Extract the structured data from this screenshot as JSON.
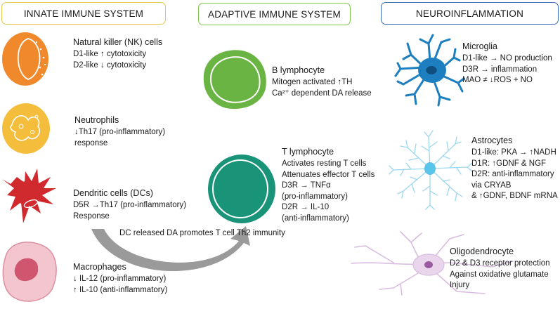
{
  "headers": {
    "innate": "INNATE IMMUNE SYSTEM",
    "adaptive": "ADAPTIVE IMMUNE SYSTEM",
    "neuro": "NEUROINFLAMMATION"
  },
  "colors": {
    "innate_border": "#e8c84a",
    "adaptive_border": "#7ec84a",
    "neuro_border": "#3a6bb5",
    "nk": "#f0892b",
    "neutrophil": "#f5bd3c",
    "dendritic": "#d12a2e",
    "macrophage": "#f3c6cf",
    "b_cell": "#6ab444",
    "t_cell": "#1a9479",
    "microglia": "#1d7fbf",
    "astrocyte": "#9dd7ef",
    "oligodendrocyte": "#e9d6ec"
  },
  "innate": {
    "nk": {
      "title": "Natural killer (NK) cells",
      "lines": [
        "D1-like ↑ cytotoxicity",
        "D2-like ↓ cytotoxicity"
      ]
    },
    "neutrophils": {
      "title": "Neutrophils",
      "lines": [
        "↓Th17 (pro-inflammatory)",
        "response"
      ]
    },
    "dendritic": {
      "title": "Dendritic cells (DCs)",
      "lines": [
        "D5R →Th17 (pro-inflammatory)",
        "Response"
      ]
    },
    "macrophages": {
      "title": "Macrophages",
      "lines": [
        "↓ IL-12 (pro-inflammatory)",
        "↑ IL-10 (anti-inflammatory)"
      ]
    }
  },
  "adaptive": {
    "b": {
      "title": "B lymphocyte",
      "lines": [
        "Mitogen activated ↑TH",
        "Ca²⁺ dependent DA release"
      ]
    },
    "t": {
      "title": "T lymphocyte",
      "lines": [
        "Activates resting T cells",
        "Attenuates effector T cells",
        "D3R → TNFα",
        "(pro-inflammatory)",
        "D2R → IL-10",
        "(anti-inflammatory)"
      ]
    }
  },
  "arrow": {
    "lines": [
      "DC released  DA promotes",
      "T cell Th2 immunity"
    ]
  },
  "neuro": {
    "microglia": {
      "title": "Microglia",
      "lines": [
        "D1-like → NO production",
        "D3R → inflammation",
        "MAO ≠ ↓ROS + NO"
      ]
    },
    "astrocytes": {
      "title": "Astrocytes",
      "lines": [
        "D1-like: PKA → ↑NADH",
        "D1R: ↑GDNF & NGF",
        "D2R: anti-inflammatory",
        "via CRYAB",
        "& ↑GDNF, BDNF mRNA"
      ]
    },
    "oligodendrocyte": {
      "title": "Oligodendrocyte",
      "lines": [
        "D2 & D3 receptor protection",
        "Against oxidative glutamate",
        "Injury"
      ]
    }
  }
}
